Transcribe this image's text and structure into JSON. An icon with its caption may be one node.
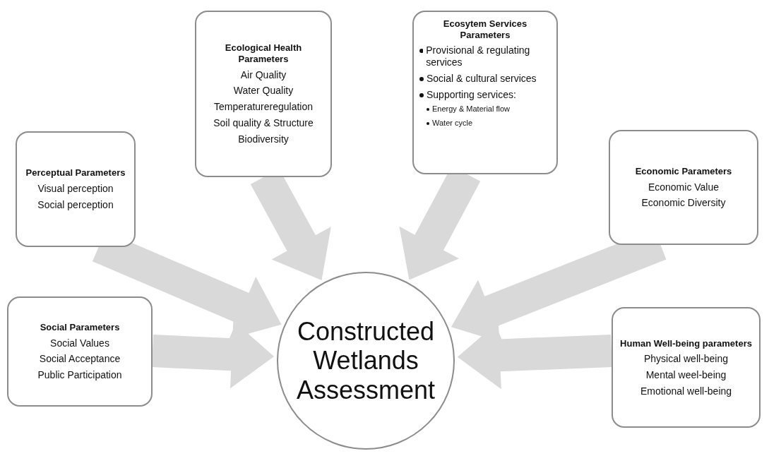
{
  "diagram": {
    "nodes": [
      {
        "text": [
          "Ecological Health Parameters",
          "Air Quality",
          "Water Quality",
          "Temperatureregulation",
          "Soil quality & Structure",
          "Biodiversity"
        ]
      },
      {
        "text": [
          "Ecosytem Services Parameters",
          "Provisional & regulating services",
          "Social & cultural services",
          "Supporting services:",
          "Energy & Material flow",
          "Water cycle"
        ]
      },
      {
        "text": [
          "Perceptual Parameters",
          "Visual perception",
          "Social perception"
        ]
      },
      {
        "text": [
          "Economic Parameters",
          "Economic Value",
          "Economic Diversity"
        ]
      },
      {
        "text": [
          "Social Parameters",
          "Social Values",
          "Social Acceptance",
          "Public Participation"
        ]
      },
      {
        "text": [
          "Constructed Wetlands Assessment"
        ]
      },
      {
        "text": [
          "Human Well-being parameters",
          "Physical well-being",
          "Mental weel-being",
          "Emotional well-being"
        ]
      }
    ],
    "edges": [
      {
        "from": 0,
        "to": 5,
        "arrow": "to",
        "style": "thick"
      },
      {
        "from": 1,
        "to": 5,
        "arrow": "to",
        "style": "thick"
      },
      {
        "from": 2,
        "to": 5,
        "arrow": "to",
        "style": "thick"
      },
      {
        "from": 3,
        "to": 5,
        "arrow": "to",
        "style": "thick"
      },
      {
        "from": 4,
        "to": 5,
        "arrow": "to",
        "style": "thick"
      },
      {
        "from": 6,
        "to": 5,
        "arrow": "to",
        "style": "thick"
      }
    ]
  }
}
